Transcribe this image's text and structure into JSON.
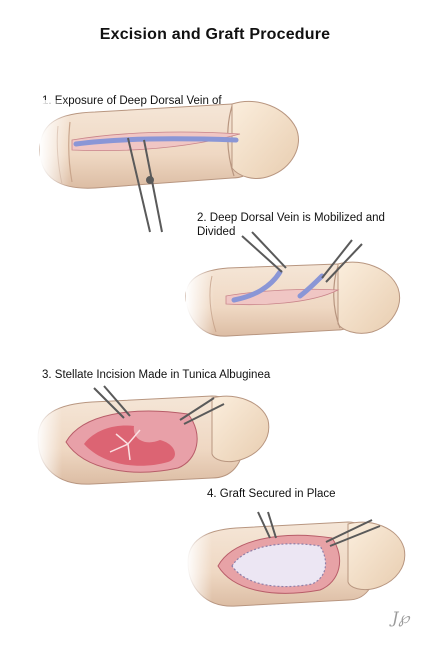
{
  "title": "Excision and Graft  Procedure",
  "steps": [
    {
      "label": "1. Exposure of Deep Dorsal Vein of"
    },
    {
      "label": "2. Deep Dorsal Vein is Mobilized and Divided"
    },
    {
      "label": "3. Stellate Incision Made in Tunica Albuginea"
    },
    {
      "label": "4. Graft Secured in Place"
    }
  ],
  "colors": {
    "skin": "#f1dcc9",
    "skin_shadow": "#d9b9a0",
    "glans": "#f6e2cb",
    "vein": "#8a96d6",
    "incision": "#e8a0a8",
    "tunica": "#d9596a",
    "graft": "#e9e4f2",
    "instrument": "#555555"
  }
}
